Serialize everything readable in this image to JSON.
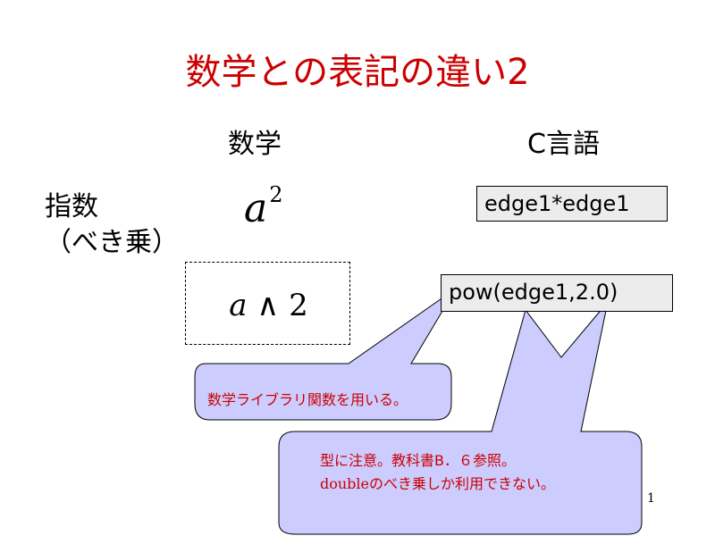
{
  "slide": {
    "title": "数学との表記の違い2",
    "columns": {
      "math": "数学",
      "c_lang": "C言語"
    },
    "row_label": {
      "line1": "指数",
      "line2": "（べき乗）"
    },
    "math_expr": {
      "base": "a",
      "exponent": "2"
    },
    "alt_expr": {
      "var": "a",
      "op": "∧",
      "num": "2"
    },
    "code_examples": [
      "edge1*edge1",
      "pow(edge1,2.0)"
    ],
    "callout1": "数学ライブラリ関数を用いる。",
    "callout2": {
      "line1": "型に注意。教科書B．６参照。",
      "line2": "doubleのべき乗しか利用できない。"
    },
    "page_number": "1"
  }
}
